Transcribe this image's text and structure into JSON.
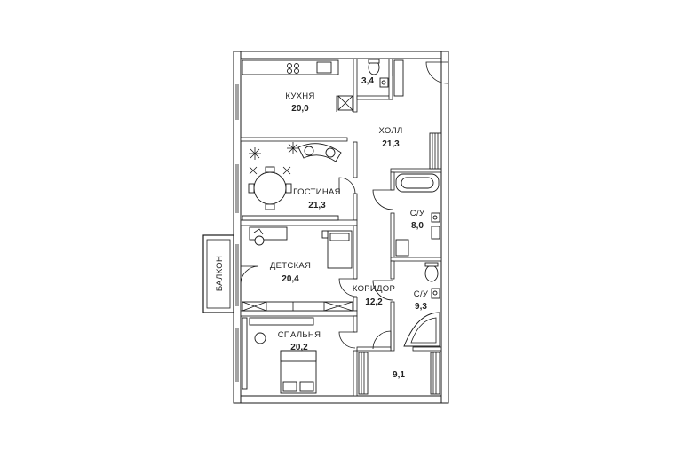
{
  "rooms": {
    "kitchen": {
      "name": "КУХНЯ",
      "area": "20,0"
    },
    "hall": {
      "name": "ХОЛЛ",
      "area": "21,3"
    },
    "wc_small": {
      "area": "3,4"
    },
    "living": {
      "name": "ГОСТИНАЯ",
      "area": "21,3"
    },
    "bath1": {
      "name": "С/У",
      "area": "8,0"
    },
    "kids": {
      "name": "ДЕТСКАЯ",
      "area": "20,4"
    },
    "corridor": {
      "name": "КОРИДОР",
      "area": "12,2"
    },
    "bath2": {
      "name": "С/У",
      "area": "9,3"
    },
    "bedroom": {
      "name": "СПАЛЬНЯ",
      "area": "20,2"
    },
    "storage": {
      "area": "9,1"
    },
    "balcony": {
      "name": "БАЛКОН"
    }
  }
}
